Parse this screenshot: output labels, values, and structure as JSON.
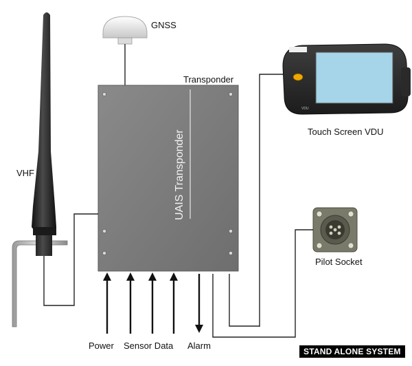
{
  "labels": {
    "gnss": "GNSS",
    "transponder": "Transponder",
    "unit_text": "UAIS Transponder",
    "vhf": "VHF",
    "vdu": "Touch Screen VDU",
    "vdu_bezel": "VDU",
    "pilot": "Pilot Socket",
    "power": "Power",
    "sensor": "Sensor Data",
    "alarm": "Alarm"
  },
  "badge": "STAND ALONE SYSTEM",
  "colors": {
    "box": "#7b7b7b",
    "screen": "#a6d4e8",
    "line": "#222222",
    "antenna": "#2a2a2a"
  }
}
